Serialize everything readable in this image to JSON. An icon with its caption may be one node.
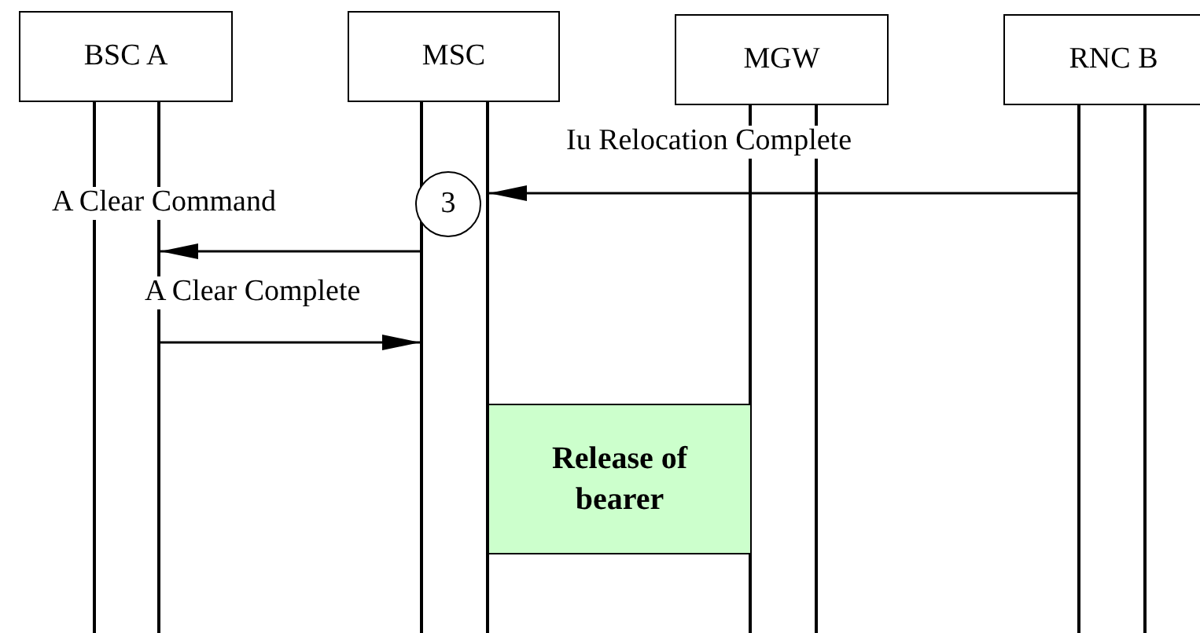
{
  "diagram": {
    "nodes": [
      {
        "text": [
          "BSC A"
        ]
      },
      {
        "text": [
          "MSC"
        ]
      },
      {
        "text": [
          "MGW"
        ]
      },
      {
        "text": [
          "RNC B"
        ]
      },
      {
        "text": [],
        "shape": "line"
      },
      {
        "text": [],
        "shape": "line"
      },
      {
        "text": [],
        "shape": "line"
      },
      {
        "text": [],
        "shape": "line"
      },
      {
        "text": [],
        "shape": "line"
      },
      {
        "text": [],
        "shape": "line"
      },
      {
        "text": [],
        "shape": "line"
      },
      {
        "text": [],
        "shape": "line"
      },
      {
        "text": [
          "3"
        ]
      },
      {
        "text": [
          "Release of bearer"
        ]
      }
    ],
    "edges": [
      {
        "from": 10,
        "to": 7,
        "arrow": "to",
        "label": "Iu Relocation Complete"
      },
      {
        "from": 6,
        "to": 5,
        "arrow": "to",
        "label": "A Clear Command"
      },
      {
        "from": 5,
        "to": 6,
        "arrow": "to",
        "label": "A Clear Complete"
      }
    ]
  }
}
